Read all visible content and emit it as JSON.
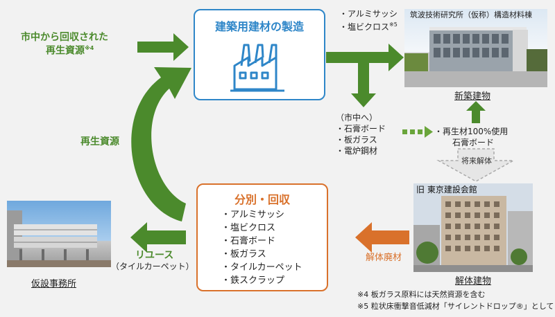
{
  "top_box": {
    "title": "建築用建材の製造"
  },
  "left_input": {
    "line1": "市中から回収された",
    "line2": "再生資源",
    "note_mark": "※4"
  },
  "outputs_top": {
    "items": [
      "・アルミサッシ",
      "・塩ビクロス"
    ],
    "note_mark": "※5"
  },
  "new_building": {
    "photo_title": "筑波技術研究所（仮称）構造材料棟",
    "caption": "新築建物"
  },
  "market": {
    "header": "（市中へ）",
    "items": [
      "・石膏ボード",
      "・板ガラス",
      "・電炉鋼材"
    ]
  },
  "recycled_material": {
    "line1": "・再生材100%使用",
    "line2": "石膏ボード"
  },
  "future_demolition": {
    "label": "将来解体"
  },
  "old_building": {
    "photo_title": "旧 東京建設会館",
    "caption": "解体建物"
  },
  "demolition_waste": {
    "label": "解体廃材"
  },
  "bottom_box": {
    "title": "分別・回収",
    "items": [
      "・アルミサッシ",
      "・塩ビクロス",
      "・石膏ボード",
      "・板ガラス",
      "・タイルカーペット",
      "・鉄スクラップ"
    ]
  },
  "left_cycle": {
    "label": "再生資源"
  },
  "reuse": {
    "label": "リユース",
    "sublabel": "（タイルカーペット）"
  },
  "temp_office": {
    "caption": "仮設事務所"
  },
  "footnotes": [
    "※4 板ガラス原料には天然資源を含む",
    "※5 粒状床衝撃音低減材「サイレントドロップ®」として"
  ],
  "colors": {
    "green": "#4b8a2c",
    "blue": "#2e86c8",
    "orange": "#d9712b"
  }
}
